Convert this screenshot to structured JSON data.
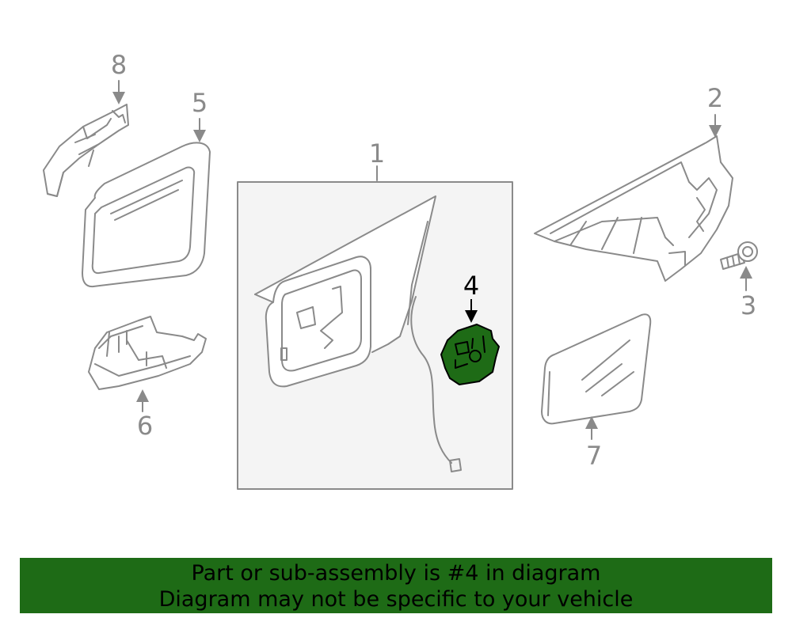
{
  "callouts": {
    "c1": "1",
    "c2": "2",
    "c3": "3",
    "c4": "4",
    "c5": "5",
    "c6": "6",
    "c7": "7",
    "c8": "8"
  },
  "highlight_color": "#1e6b16",
  "banner": {
    "line1": "Part or sub-assembly is #4 in diagram",
    "line2": "Diagram may not be specific to your vehicle"
  }
}
